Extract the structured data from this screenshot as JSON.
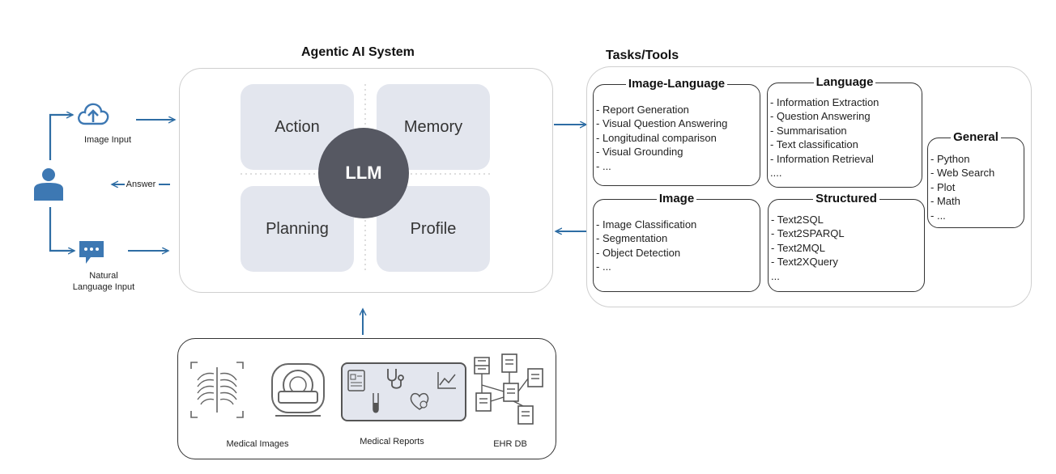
{
  "system": {
    "title": "Agentic AI System",
    "quadrants": [
      "Action",
      "Memory",
      "Planning",
      "Profile"
    ],
    "core": "LLM"
  },
  "user_side": {
    "image_input": "Image Input",
    "answer": "Answer",
    "nl_input_line1": "Natural",
    "nl_input_line2": "Language Input",
    "icons": [
      "cloud-upload-icon",
      "user-icon",
      "chat-bubble-icon"
    ]
  },
  "tasks": {
    "title": "Tasks/Tools",
    "groups": [
      {
        "title": "Image-Language",
        "items": [
          "Report Generation",
          "Visual Question Answering",
          "Longitudinal comparison",
          "Visual Grounding",
          "..."
        ]
      },
      {
        "title": "Language",
        "items": [
          "Information Extraction",
          "Question Answering",
          "Summarisation",
          "Text classification",
          "Information Retrieval",
          "...."
        ]
      },
      {
        "title": "General",
        "items": [
          "Python",
          "Web Search",
          "Plot",
          "Math",
          "..."
        ]
      },
      {
        "title": "Image",
        "items": [
          "Image Classification",
          "Segmentation",
          "Object Detection",
          "..."
        ]
      },
      {
        "title": "Structured",
        "items": [
          "Text2SQL",
          "Text2SPARQL",
          "Text2MQL",
          "Text2XQuery",
          "..."
        ]
      }
    ]
  },
  "data_sources": {
    "medical_images": "Medical Images",
    "medical_reports": "Medical Reports",
    "ehr_db": "EHR DB",
    "icons": [
      "chest-xray-icon",
      "mri-scanner-icon",
      "clipboard-icon",
      "stethoscope-icon",
      "heart-icon",
      "chart-icon",
      "test-tube-icon",
      "database-tree-icon"
    ]
  },
  "colors": {
    "arrow": "#2e6da4",
    "quadrant": "#e3e6ee",
    "llm": "#565862",
    "icon_blue": "#3d78b3"
  }
}
